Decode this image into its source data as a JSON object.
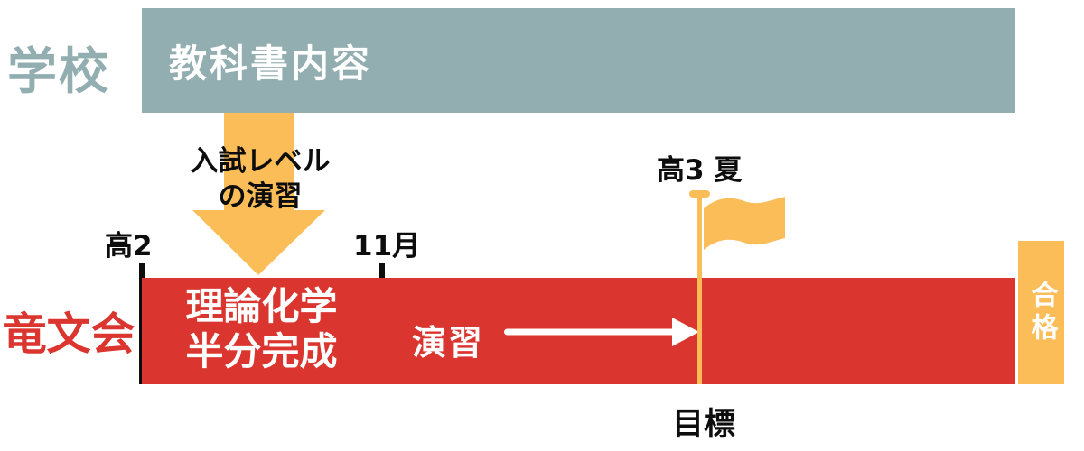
{
  "colors": {
    "sage": "#93AEB1",
    "red": "#DB352F",
    "orange": "#FBBD58",
    "text_black": "#0d0d0d",
    "white": "#ffffff"
  },
  "school_row": {
    "label": "学校",
    "bar_label": "教科書内容"
  },
  "bridge_arrow": {
    "line1": "入試レベル",
    "line2": "の演習"
  },
  "timeline": {
    "start": "高2",
    "november": "11月",
    "summer": "高3 夏",
    "goal": "目標"
  },
  "juku_row": {
    "label": "竜文会",
    "phase1_line1": "理論化学",
    "phase1_line2": "半分完成",
    "phase2_label": "演習",
    "result_label": "合格"
  }
}
